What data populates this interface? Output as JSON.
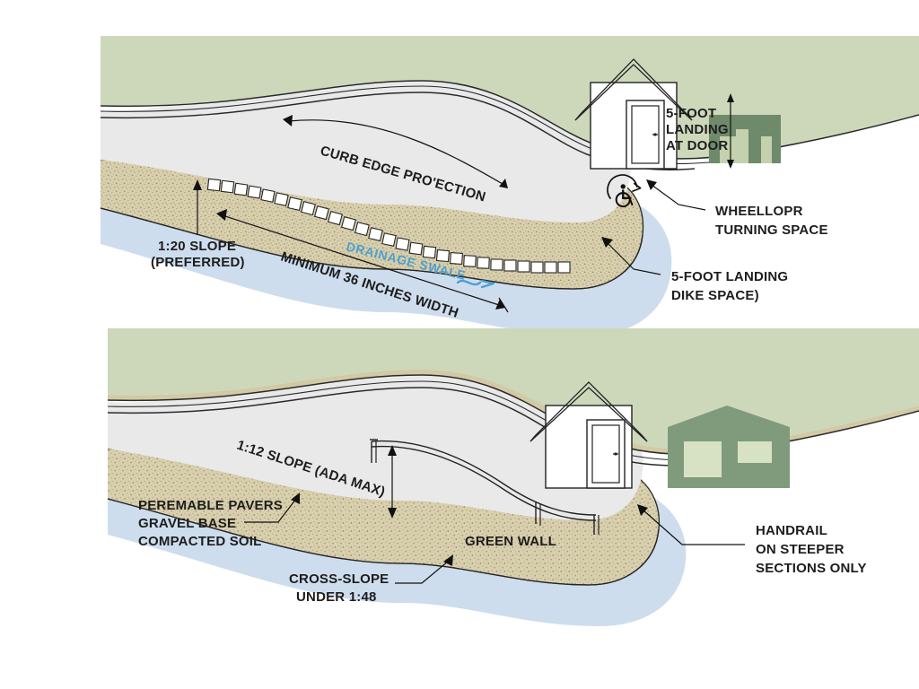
{
  "document": {
    "title": "Accessible Ramp and Path Section Diagram",
    "type": "architectural-diagram"
  },
  "colors": {
    "lawn_green": "#cdd8bb",
    "path_gray": "#e9e9e9",
    "gravel_tan": "#d6cdab",
    "swale_blue": "#cddded",
    "building_white": "#ffffff",
    "wall_dark_green": "#6f8a6b",
    "wall_light_green": "#c3d1ae",
    "house_green": "#7f9b7c",
    "window_green": "#d7e2c4",
    "line_black": "#262626",
    "swale_text_blue": "#4d9fd0"
  },
  "top_diagram": {
    "name": "preferred-slope-plan",
    "labels": {
      "curb_edge": "CURB EDGE PRO'ECTION",
      "slope": [
        "1:20 SLOPE",
        "(PREFERRED)"
      ],
      "width": "MINIMUM 36 INCHES WIDTH",
      "swale": "DRAINAGE SWALE",
      "landing_at_door": [
        "5-FOOT",
        "LANDING",
        "AT DOOR"
      ],
      "turning_space": [
        "WHEELLOPR",
        "TURNING SPACE"
      ],
      "landing_bike": [
        "5-FOOT LANDING",
        "DIKE SPACE)"
      ]
    },
    "icons": {
      "accessibility": "wheelchair-turning-icon",
      "flow": "water-flow-arrow-icon"
    }
  },
  "bottom_diagram": {
    "name": "ada-max-slope-plan",
    "labels": {
      "slope": "1:12 SLOPE (ADA MAX)",
      "materials": [
        "PEREMABLE PAVERS",
        "GRAVEL BASE",
        "COMPACTED SOIL"
      ],
      "cross_slope": [
        "CROSS-SLOPE",
        "UNDER 1:48"
      ],
      "green_wall": "GREEN WALL",
      "handrail": [
        "HANDRAIL",
        "ON STEEPER",
        "SECTIONS ONLY"
      ]
    },
    "icons": {
      "handrail": "handrail-icon"
    }
  }
}
